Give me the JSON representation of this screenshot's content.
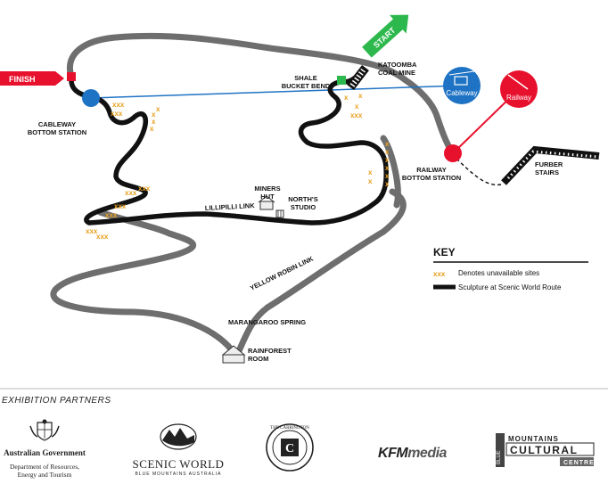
{
  "map": {
    "labels": {
      "finish": "FINISH",
      "start": "START",
      "shale_bucket_bend": [
        "SHALE",
        "BUCKET BEND"
      ],
      "katoomba_coal_mine": [
        "KATOOMBA",
        "COAL MINE"
      ],
      "cableway_bottom_station": [
        "CABLEWAY",
        "BOTTOM STATION"
      ],
      "railway_bottom_station": [
        "RAILWAY",
        "BOTTOM STATION"
      ],
      "furber_stairs": [
        "FURBER",
        "STAIRS"
      ],
      "miners_hut": [
        "MINERS",
        "HUT"
      ],
      "norths_studio": [
        "NORTH'S",
        "STUDIO"
      ],
      "lillipilli_link": "LILLIPILLI LINK",
      "yellow_robin_link": "YELLOW ROBIN LINK",
      "marangaroo_spring": "MARANGAROO SPRING",
      "rainforest_room": [
        "RAINFOREST",
        "ROOM"
      ],
      "cableway_badge": "Cableway",
      "railway_badge": "Railway"
    },
    "unavailable_marker": "xxx",
    "colors": {
      "path": "#6e6e6e",
      "sculpture_route": "#111111",
      "finish_red": "#e8112d",
      "start_green": "#2db84d",
      "cableway_blue": "#1f73c4",
      "railway_red": "#e8112d",
      "unavailable_orange": "#e8a020"
    }
  },
  "key": {
    "title": "KEY",
    "items": [
      {
        "symbol": "xxx",
        "label": "Denotes unavailable sites"
      },
      {
        "symbol": "black-line",
        "label": "Sculpture at Scenic World Route"
      }
    ]
  },
  "partners": {
    "title": "EXHIBITION PARTNERS",
    "logos": {
      "australian_government": [
        "Australian Government",
        "Department of Resources,",
        "Energy and Tourism"
      ],
      "scenic_world": [
        "SCENIC WORLD",
        "BLUE MOUNTAINS AUSTRALIA"
      ],
      "the_carrington": "THE CARRINGTON",
      "kfm_media": [
        "KFM",
        "media"
      ],
      "blue_mountains_cultural_centre": [
        "BLUE",
        "MOUNTAINS",
        "CULTURAL",
        "CENTRE"
      ]
    }
  }
}
